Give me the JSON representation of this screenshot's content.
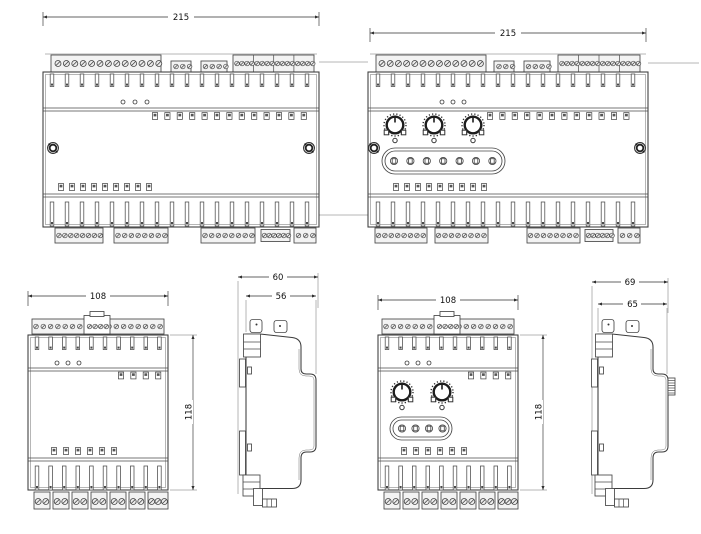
{
  "background": "#ffffff",
  "line_color": "#3b3b3b",
  "views": {
    "front_large_plain": {
      "width": "215"
    },
    "front_large_knobs": {
      "width": "215"
    },
    "front_small_plain": {
      "width": "108",
      "height": "118"
    },
    "side_small": {
      "depth_overall": "60",
      "depth_body": "56"
    },
    "front_small_knobs": {
      "width": "108",
      "height": "118"
    },
    "side_knob": {
      "depth_overall": "69",
      "depth_body": "65"
    }
  }
}
